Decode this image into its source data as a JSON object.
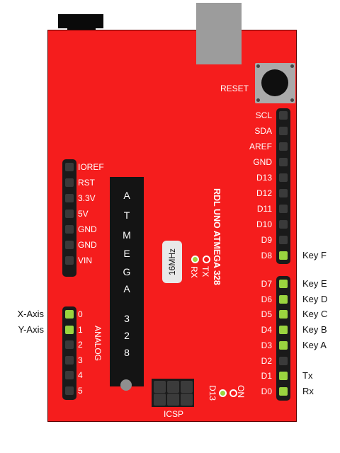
{
  "board": {
    "reset_label": "RESET",
    "title_vertical": "RDL UNO ATMEGA 328",
    "chip_letters": [
      "A",
      "T",
      "M",
      "E",
      "G",
      "A",
      "3",
      "2",
      "8"
    ],
    "crystal_label": "16MHz",
    "rx_led_label": "RX",
    "tx_led_label": "TX",
    "d13_label": "D13",
    "on_label": "ON",
    "icsp_label": "ICSP",
    "analog_label": "ANALOG"
  },
  "power_header": [
    "IOREF",
    "RST",
    "3.3V",
    "5V",
    "GND",
    "GND",
    "VIN"
  ],
  "analog_header": [
    {
      "label": "0",
      "external": "X-Axis",
      "active": true
    },
    {
      "label": "1",
      "external": "Y-Axis",
      "active": true
    },
    {
      "label": "2",
      "external": "",
      "active": false
    },
    {
      "label": "3",
      "external": "",
      "active": false
    },
    {
      "label": "4",
      "external": "",
      "active": false
    },
    {
      "label": "5",
      "external": "",
      "active": false
    }
  ],
  "digital_high": [
    {
      "label": "SCL",
      "external": "",
      "active": false
    },
    {
      "label": "SDA",
      "external": "",
      "active": false
    },
    {
      "label": "AREF",
      "external": "",
      "active": false
    },
    {
      "label": "GND",
      "external": "",
      "active": false
    },
    {
      "label": "D13",
      "external": "",
      "active": false
    },
    {
      "label": "D12",
      "external": "",
      "active": false
    },
    {
      "label": "D11",
      "external": "",
      "active": false
    },
    {
      "label": "D10",
      "external": "",
      "active": false
    },
    {
      "label": "D9",
      "external": "",
      "active": false
    },
    {
      "label": "D8",
      "external": "Key F",
      "active": true
    }
  ],
  "digital_low": [
    {
      "label": "D7",
      "external": "Key E",
      "active": true
    },
    {
      "label": "D6",
      "external": "Key D",
      "active": true
    },
    {
      "label": "D5",
      "external": "Key C",
      "active": true
    },
    {
      "label": "D4",
      "external": "Key B",
      "active": true
    },
    {
      "label": "D3",
      "external": "Key A",
      "active": true
    },
    {
      "label": "D2",
      "external": "",
      "active": false
    },
    {
      "label": "D1",
      "external": "Tx",
      "active": true
    },
    {
      "label": "D0",
      "external": "Rx",
      "active": true
    }
  ],
  "colors": {
    "board": "#f51d1d",
    "active_pin": "#9ad43f",
    "inactive_pin": "#3a3a3a",
    "led_green": "#9ad43f",
    "led_red": "#f51d1d"
  }
}
